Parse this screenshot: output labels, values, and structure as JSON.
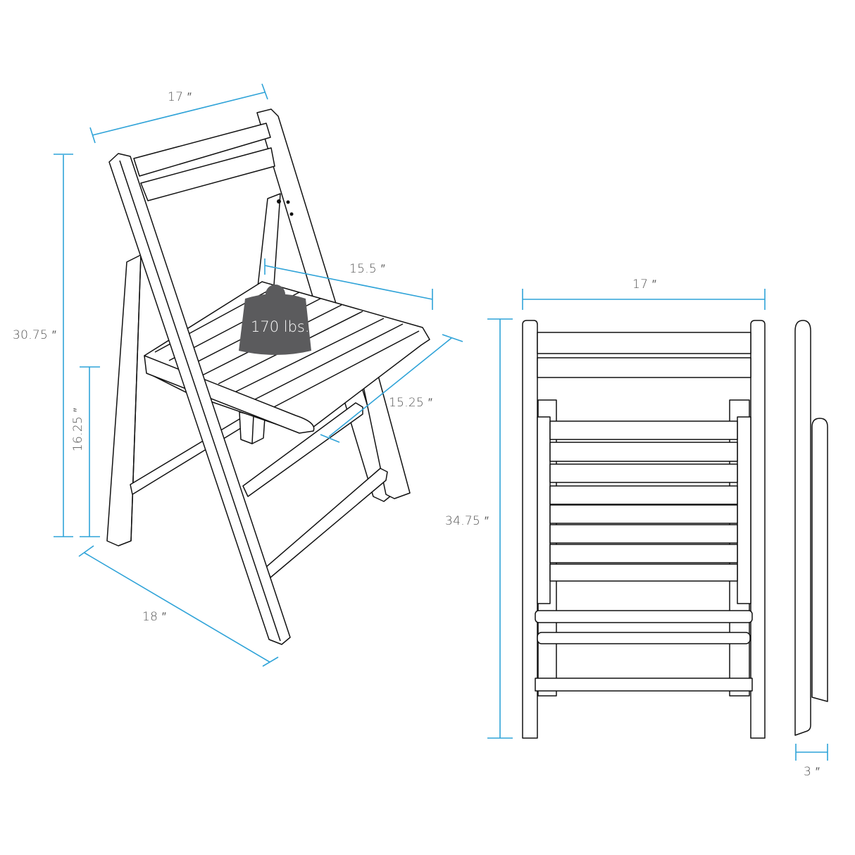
{
  "colors": {
    "dimension_line": "#2fa3d8",
    "outline": "#111111",
    "weight_fill": "#5b5b5d",
    "label_text": "#555555",
    "background": "#ffffff"
  },
  "perspective_view": {
    "width_label": "17 ″",
    "seat_depth_label": "15.5 ″",
    "seat_width_label": "15.25 ″",
    "overall_height_label": "30.75 ″",
    "seat_height_label": "16.25 ″",
    "depth_label": "18 ″",
    "weight_capacity": "170 lbs."
  },
  "folded_front_view": {
    "width_label": "17 ″",
    "height_label": "34.75 ″"
  },
  "folded_side_view": {
    "thickness_label": "3 ″"
  }
}
